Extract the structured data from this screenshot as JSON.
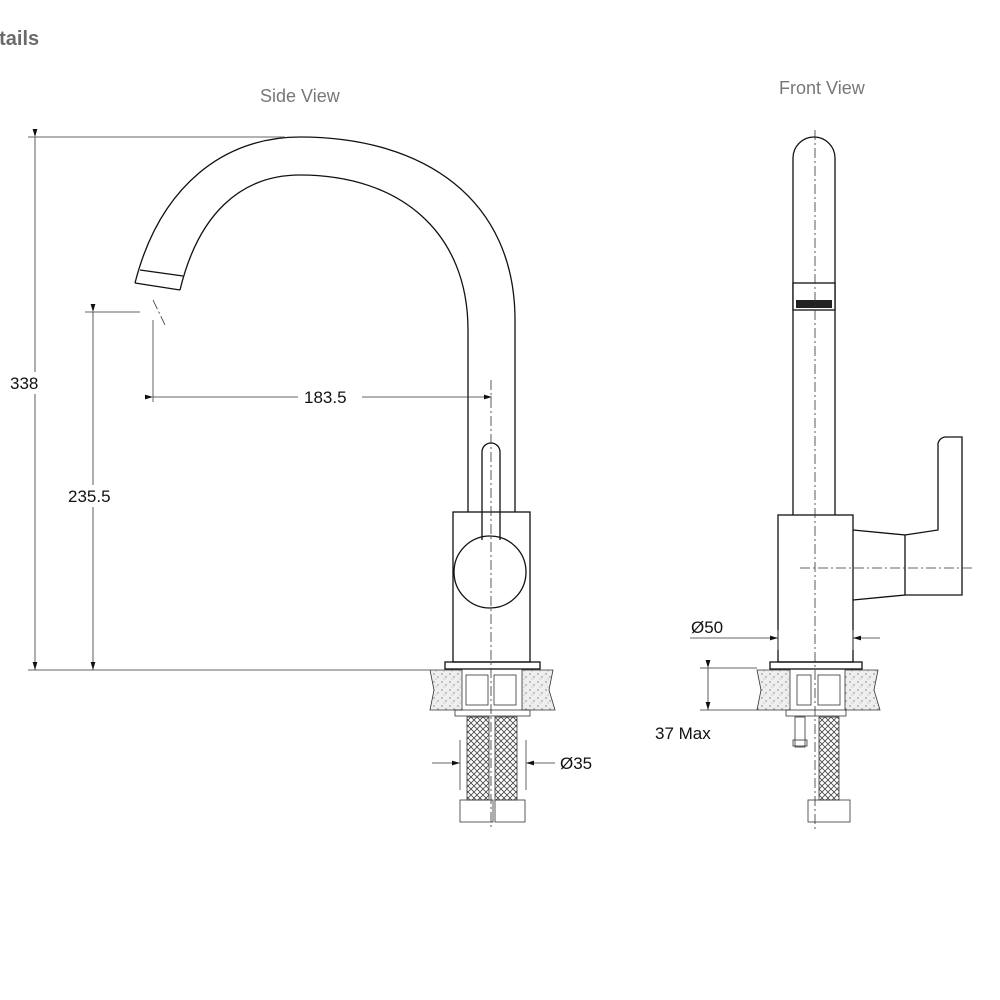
{
  "title": "etails",
  "views": {
    "side": "Side View",
    "front": "Front View"
  },
  "dimensions": {
    "total_height": "338",
    "spout_height": "235.5",
    "spout_reach": "183.5",
    "base_diameter": "Ø50",
    "hole_diameter": "Ø35",
    "max_counter_thickness": "37 Max"
  }
}
